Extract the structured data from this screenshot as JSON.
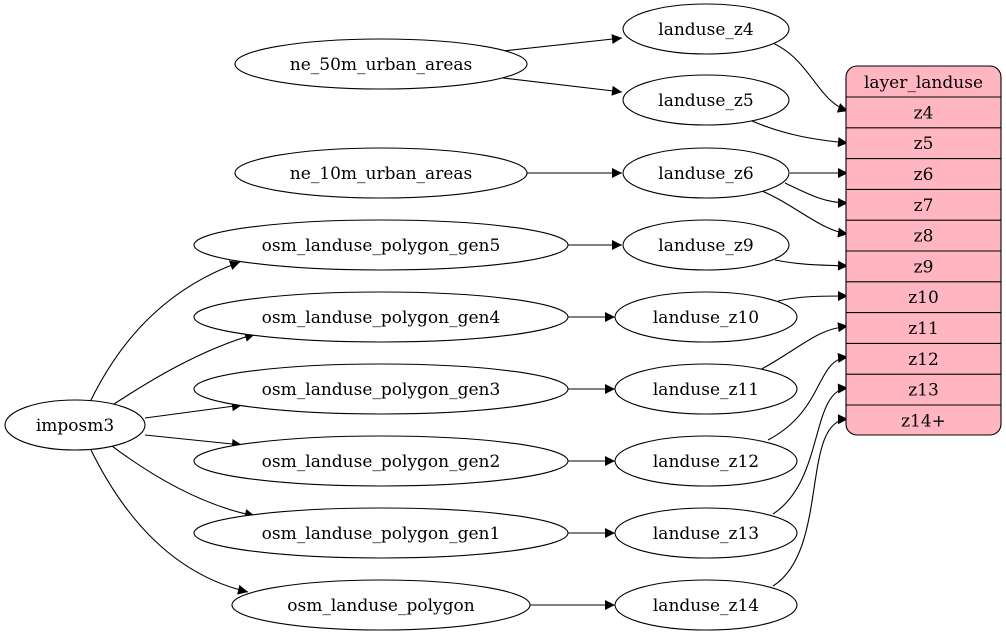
{
  "colors": {
    "table_fill": "#ffb6c1",
    "stroke": "#000000",
    "node_fill": "#ffffff"
  },
  "nodes": {
    "ne_50m": "ne_50m_urban_areas",
    "ne_10m": "ne_10m_urban_areas",
    "gen5": "osm_landuse_polygon_gen5",
    "gen4": "osm_landuse_polygon_gen4",
    "gen3": "osm_landuse_polygon_gen3",
    "gen2": "osm_landuse_polygon_gen2",
    "gen1": "osm_landuse_polygon_gen1",
    "poly": "osm_landuse_polygon",
    "imposm3": "imposm3",
    "z4": "landuse_z4",
    "z5": "landuse_z5",
    "z6": "landuse_z6",
    "z9": "landuse_z9",
    "z10": "landuse_z10",
    "z11": "landuse_z11",
    "z12": "landuse_z12",
    "z13": "landuse_z13",
    "z14": "landuse_z14"
  },
  "table": {
    "title": "layer_landuse",
    "rows": [
      "z4",
      "z5",
      "z6",
      "z7",
      "z8",
      "z9",
      "z10",
      "z11",
      "z12",
      "z13",
      "z14+"
    ]
  }
}
